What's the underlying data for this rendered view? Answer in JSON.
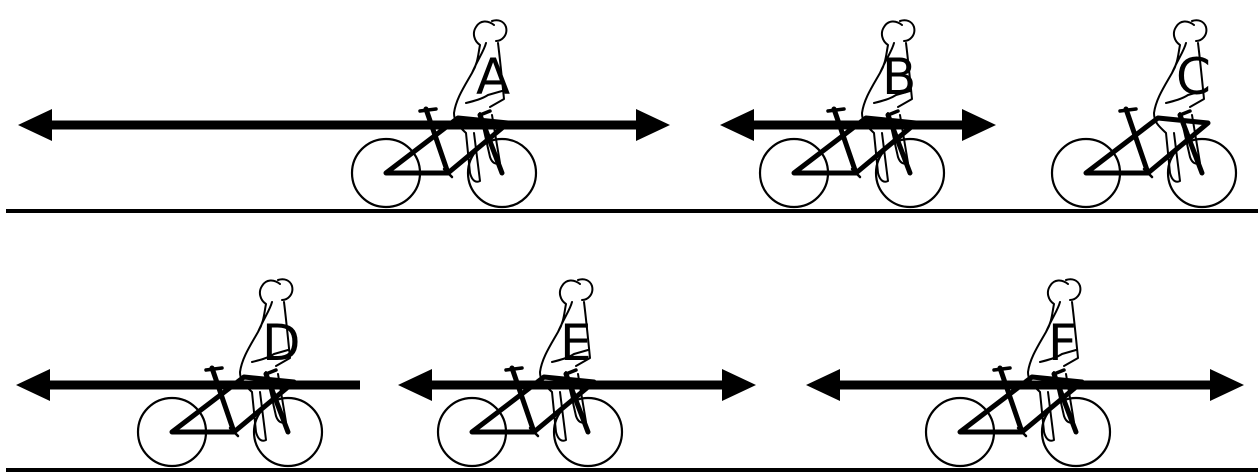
{
  "cyclists": [
    {
      "id": "A",
      "label": "A"
    },
    {
      "id": "B",
      "label": "B"
    },
    {
      "id": "C",
      "label": "C"
    },
    {
      "id": "D",
      "label": "D"
    },
    {
      "id": "E",
      "label": "E"
    },
    {
      "id": "F",
      "label": "F"
    }
  ],
  "colors": {
    "ink": "#000000",
    "background": "#ffffff"
  }
}
